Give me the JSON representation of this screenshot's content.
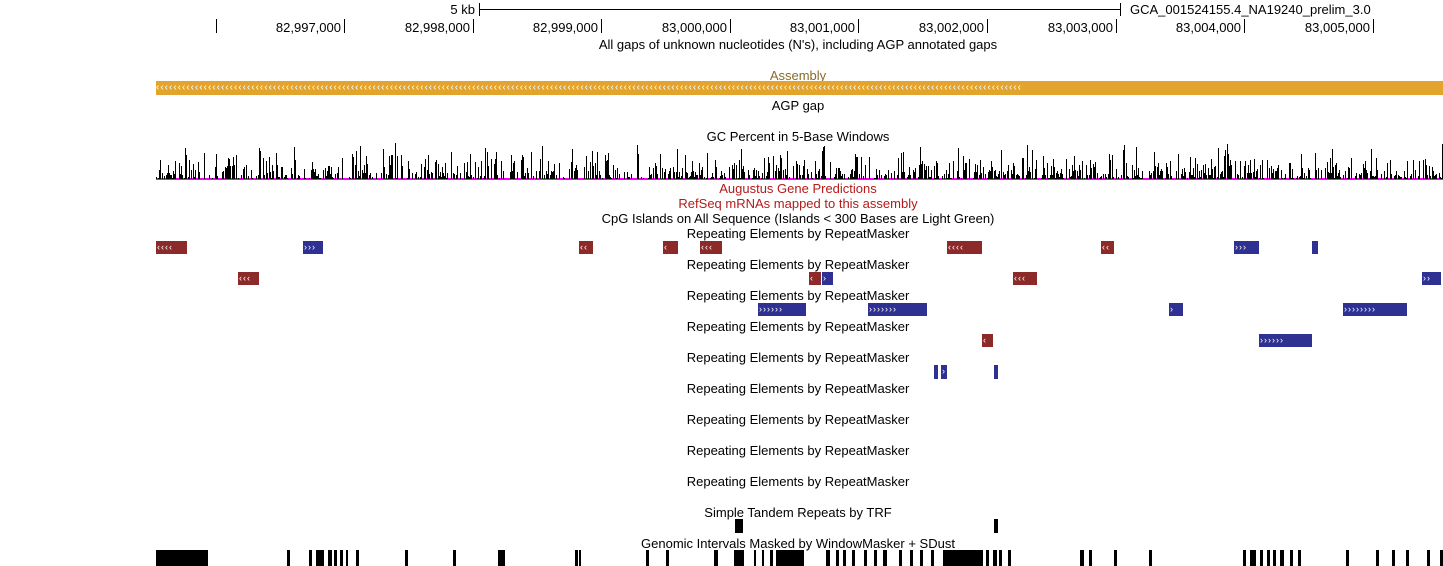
{
  "ruler": {
    "scale_label": "5 kb",
    "assembly_label": "GCA_001524155.4_NA19240_prelim_3.0",
    "positions": [
      "82,997,000",
      "82,998,000",
      "82,999,000",
      "83,000,000",
      "83,001,000",
      "83,002,000",
      "83,003,000",
      "83,004,000",
      "83,005,000"
    ]
  },
  "tracks": {
    "gap_title": "All gaps of unknown nucleotides (N's), including AGP annotated gaps",
    "assembly_title": "Assembly",
    "agp_title": "AGP gap",
    "gc_title": "GC Percent in 5-Base Windows",
    "augustus_title": "Augustus Gene Predictions",
    "refseq_title": "RefSeq mRNAs mapped to this assembly",
    "cpg_title": "CpG Islands on All Sequence (Islands < 300 Bases are Light Green)",
    "rmsk_title": "Repeating Elements by RepeatMasker",
    "trf_title": "Simple Tandem Repeats by TRF",
    "wm_title": "Genomic Intervals Masked by WindowMasker + SDust"
  },
  "colors": {
    "assembly": "#e3a42d",
    "assembly_title": "#8b6a2a",
    "augustus": "#b31b1b",
    "rmsk_minus": "#8c2a2a",
    "rmsk_plus": "#2e3192",
    "gc_baseline": "#ff00ff",
    "black": "#000000"
  },
  "rmsk_rows": [
    [
      {
        "s": "-",
        "glyph": "‹‹‹‹"
      },
      {
        "s": "+",
        "glyph": "›››"
      },
      {
        "s": "-",
        "glyph": "‹‹"
      },
      {
        "s": "-",
        "glyph": "‹"
      },
      {
        "s": "-",
        "glyph": "‹‹‹"
      },
      {
        "s": "-",
        "glyph": "‹‹‹‹"
      },
      {
        "s": "-",
        "glyph": "‹‹"
      },
      {
        "s": "+",
        "glyph": "›››"
      },
      {
        "s": "+",
        "glyph": ""
      }
    ],
    [
      {
        "s": "-",
        "glyph": "‹‹‹"
      },
      {
        "s": "-",
        "glyph": "‹"
      },
      {
        "s": "+",
        "glyph": "›"
      },
      {
        "s": "-",
        "glyph": "‹‹‹"
      },
      {
        "s": "+",
        "glyph": "››"
      }
    ],
    [
      {
        "s": "+",
        "glyph": "››››››"
      },
      {
        "s": "+",
        "glyph": "›››››››"
      },
      {
        "s": "+",
        "glyph": "›"
      },
      {
        "s": "+",
        "glyph": "››››››››"
      }
    ],
    [
      {
        "s": "-",
        "glyph": "‹"
      },
      {
        "s": "+",
        "glyph": "››››››"
      }
    ],
    [
      {
        "s": "+",
        "glyph": ""
      },
      {
        "s": "+",
        "glyph": "›"
      },
      {
        "s": "+",
        "glyph": ""
      }
    ],
    [],
    [],
    [],
    []
  ]
}
